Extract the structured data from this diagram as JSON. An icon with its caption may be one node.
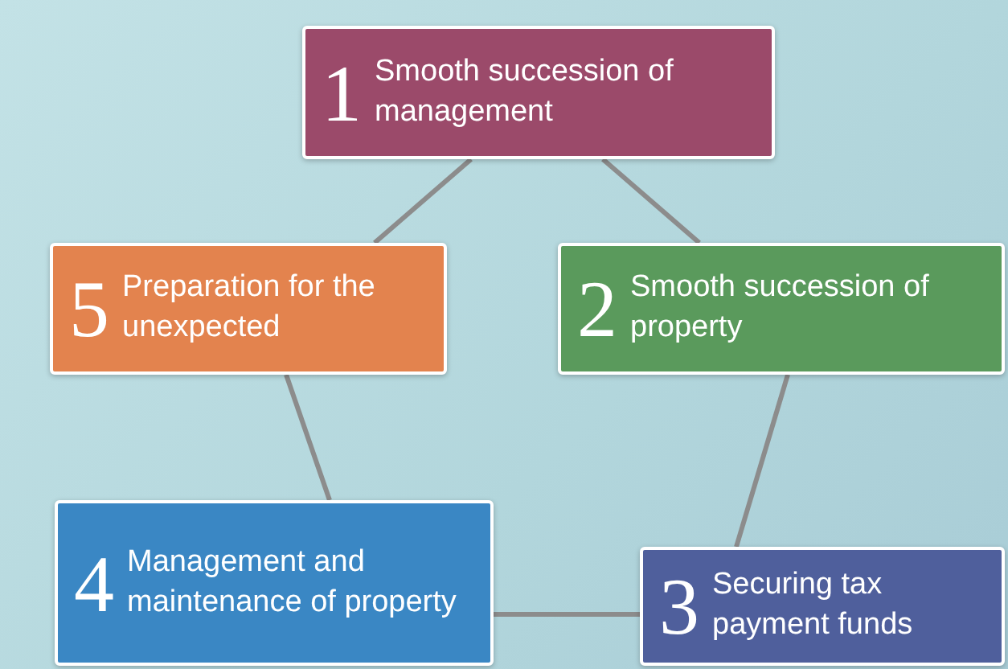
{
  "diagram": {
    "nodes": [
      {
        "text": [
          "1",
          "Smooth succession of management"
        ]
      },
      {
        "text": [
          "2",
          "Smooth succession of property"
        ]
      },
      {
        "text": [
          "3",
          "Securing tax payment funds"
        ]
      },
      {
        "text": [
          "4",
          "Management and maintenance of property"
        ]
      },
      {
        "text": [
          "5",
          "Preparation for the unexpected"
        ]
      }
    ],
    "edges": [
      {
        "from": 0,
        "to": 1,
        "arrow": "none"
      },
      {
        "from": 1,
        "to": 2,
        "arrow": "none"
      },
      {
        "from": 2,
        "to": 3,
        "arrow": "none"
      },
      {
        "from": 3,
        "to": 4,
        "arrow": "none"
      },
      {
        "from": 4,
        "to": 0,
        "arrow": "none"
      }
    ]
  }
}
